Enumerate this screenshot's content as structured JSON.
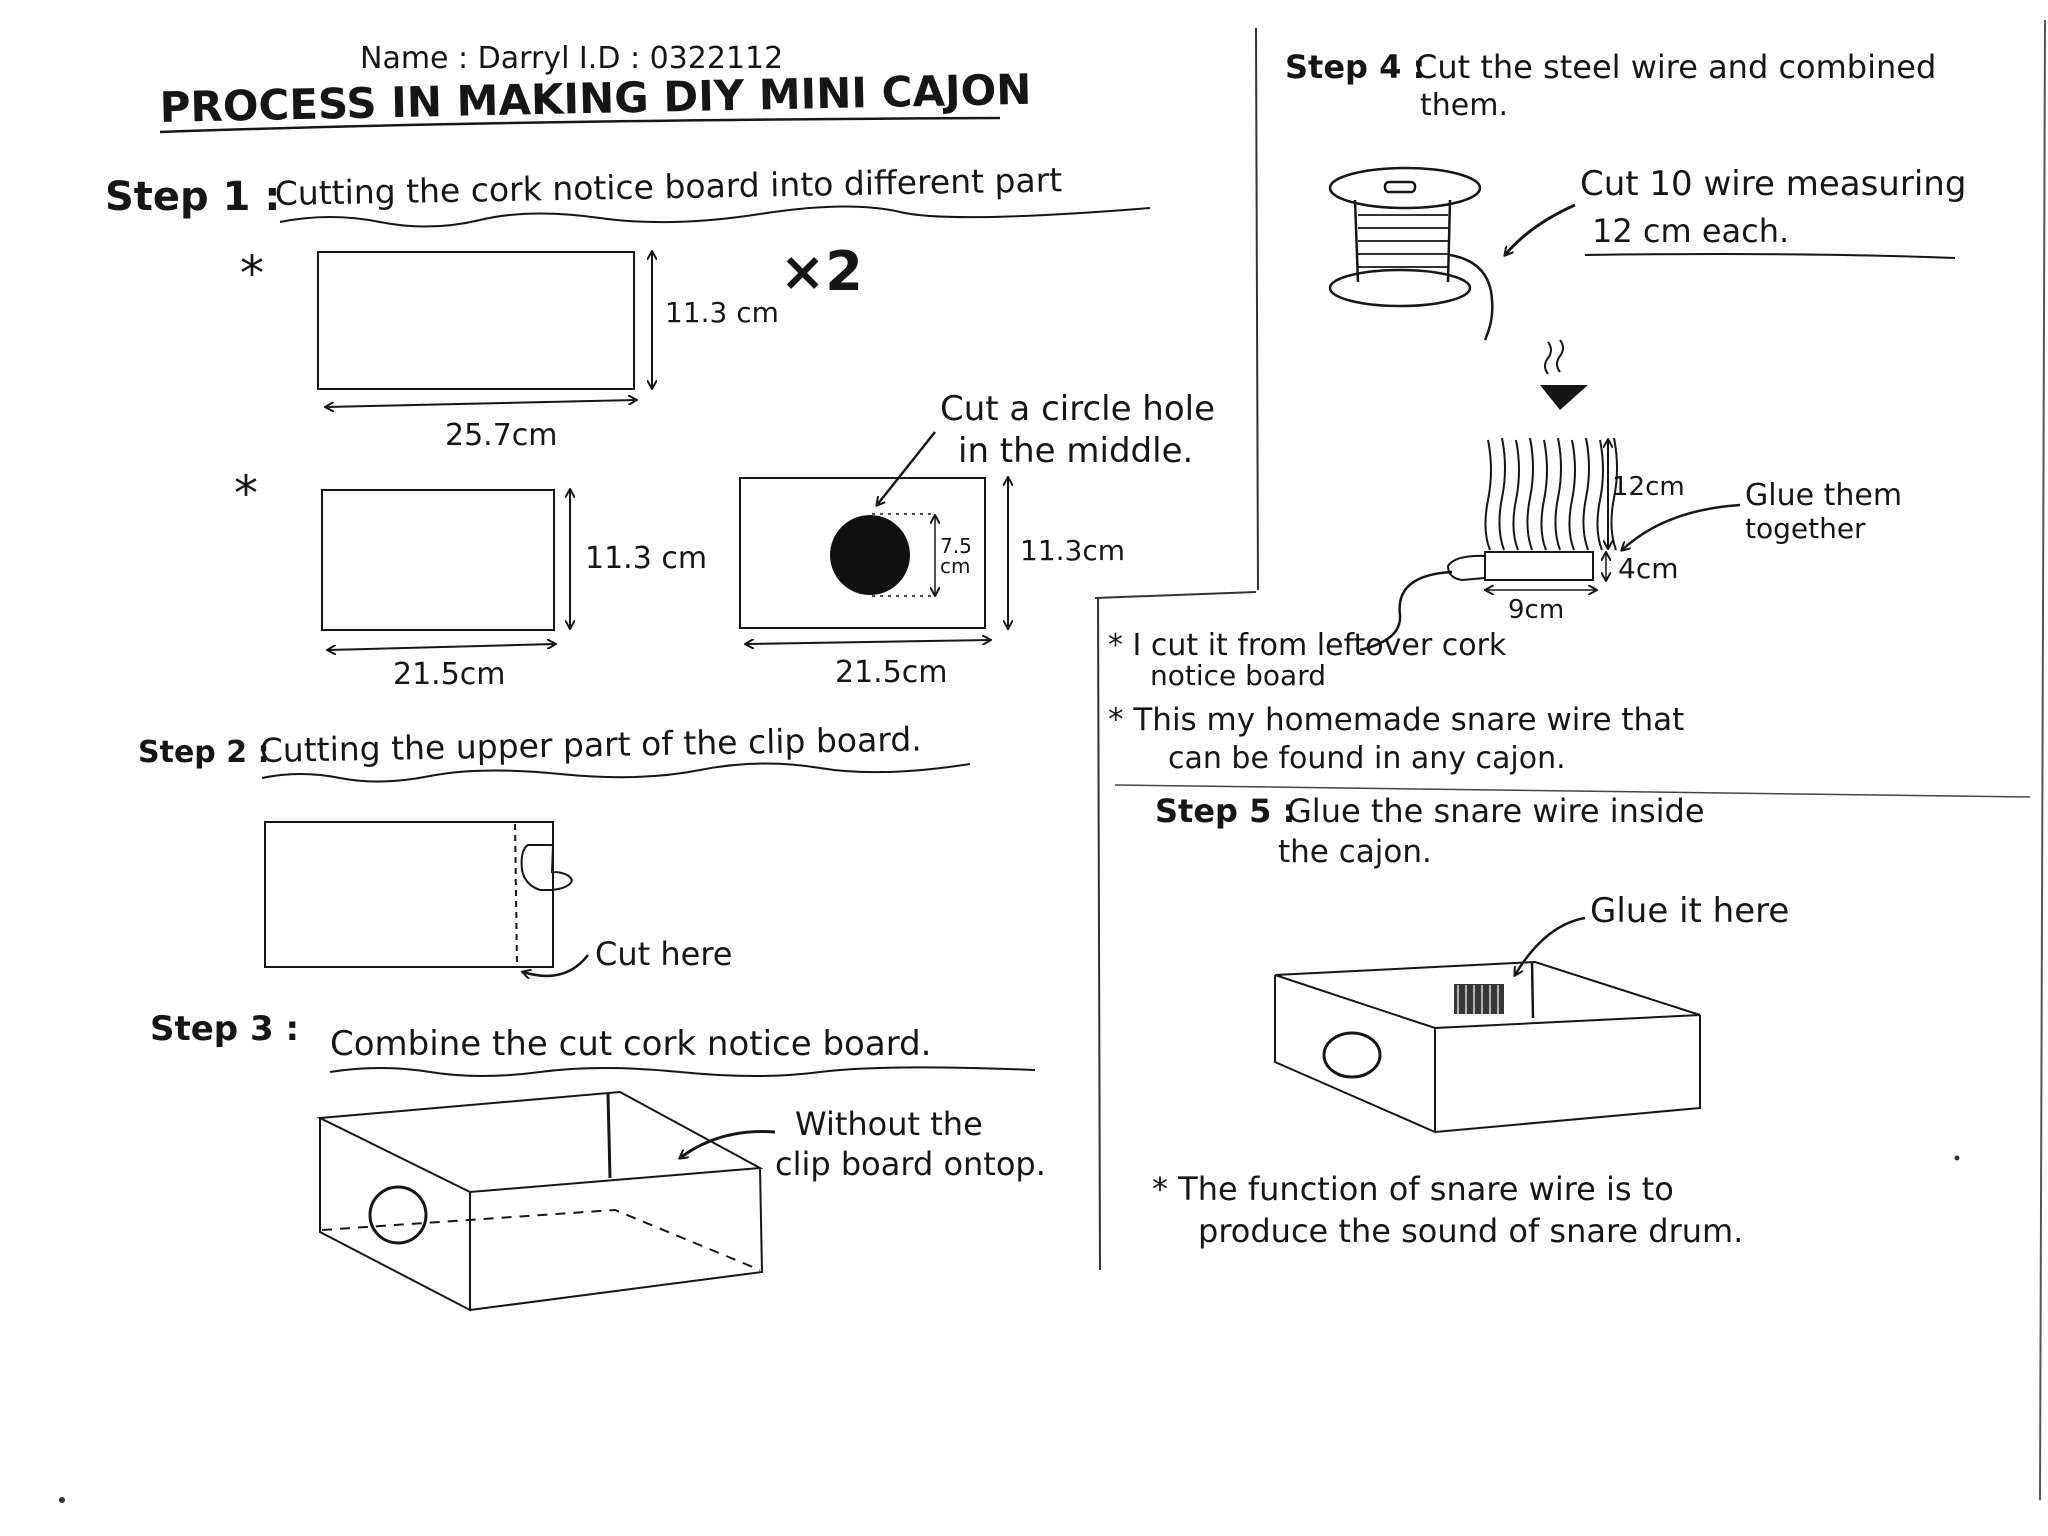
{
  "header": {
    "name_line": "Name : Darryl   I.D : 0322112",
    "title": "PROCESS IN MAKING DIY MINI CAJON"
  },
  "step1": {
    "label": "Step 1 :",
    "title": "Cutting the cork notice board into different part",
    "asterisk": "*",
    "times_two": "×2",
    "rect1": {
      "height_label": "11.3 cm",
      "width_label": "25.7cm"
    },
    "rect2": {
      "height_label": "11.3 cm",
      "width_label": "21.5cm"
    },
    "rect3": {
      "height_label": "11.3cm",
      "width_label": "21.5cm",
      "hole_label_top": "7.5",
      "hole_label_bottom": "cm"
    },
    "hole_note_line1": "Cut a circle hole",
    "hole_note_line2": "in the middle."
  },
  "step2": {
    "label": "Step 2 :",
    "title": "Cutting the upper part of the clip board.",
    "cut_note": "Cut here"
  },
  "step3": {
    "label": "Step 3 :",
    "title": "Combine the cut cork notice board.",
    "note_line1": "Without the",
    "note_line2": "clip board ontop."
  },
  "step4": {
    "label": "Step 4 :",
    "title_line1": "Cut the steel wire and combined",
    "title_line2": "them.",
    "cut_note_line1": "Cut 10 wire measuring",
    "cut_note_line2": "12 cm each.",
    "wire_length": "12cm",
    "base_height": "4cm",
    "base_width": "9cm",
    "glue_note_line1": "Glue them",
    "glue_note_line2": "together"
  },
  "notes": {
    "leftover_line1": "* I cut it from leftover cork",
    "leftover_line2": "notice board",
    "homemade_line1": "* This my homemade snare wire that",
    "homemade_line2": "can be found in any cajon."
  },
  "step5": {
    "label": "Step 5 :",
    "title_line1": "Glue the snare wire inside",
    "title_line2": "the cajon.",
    "glue_note": "Glue it here",
    "function_line1": "* The function of snare wire is to",
    "function_line2": "produce the sound of snare drum."
  }
}
